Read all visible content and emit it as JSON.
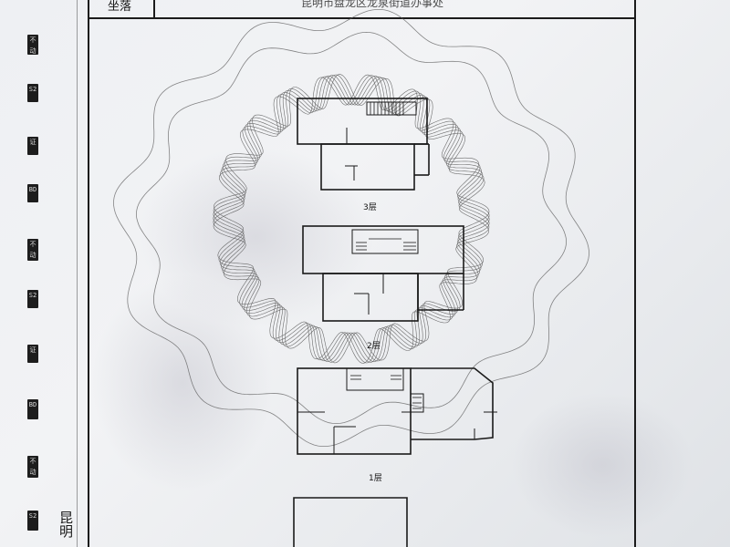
{
  "header": {
    "cell_left": "坐落",
    "cell_title": "昆明市盘龙区龙泉街道办事处"
  },
  "floors": {
    "floor3": "3层",
    "floor2": "2层",
    "floor1": "1层"
  },
  "margin_marks": [
    "不动",
    "S2",
    "证",
    "BD",
    "不动",
    "S2",
    "证",
    "BD",
    "不动",
    "S2"
  ],
  "side_text": "昆明"
}
